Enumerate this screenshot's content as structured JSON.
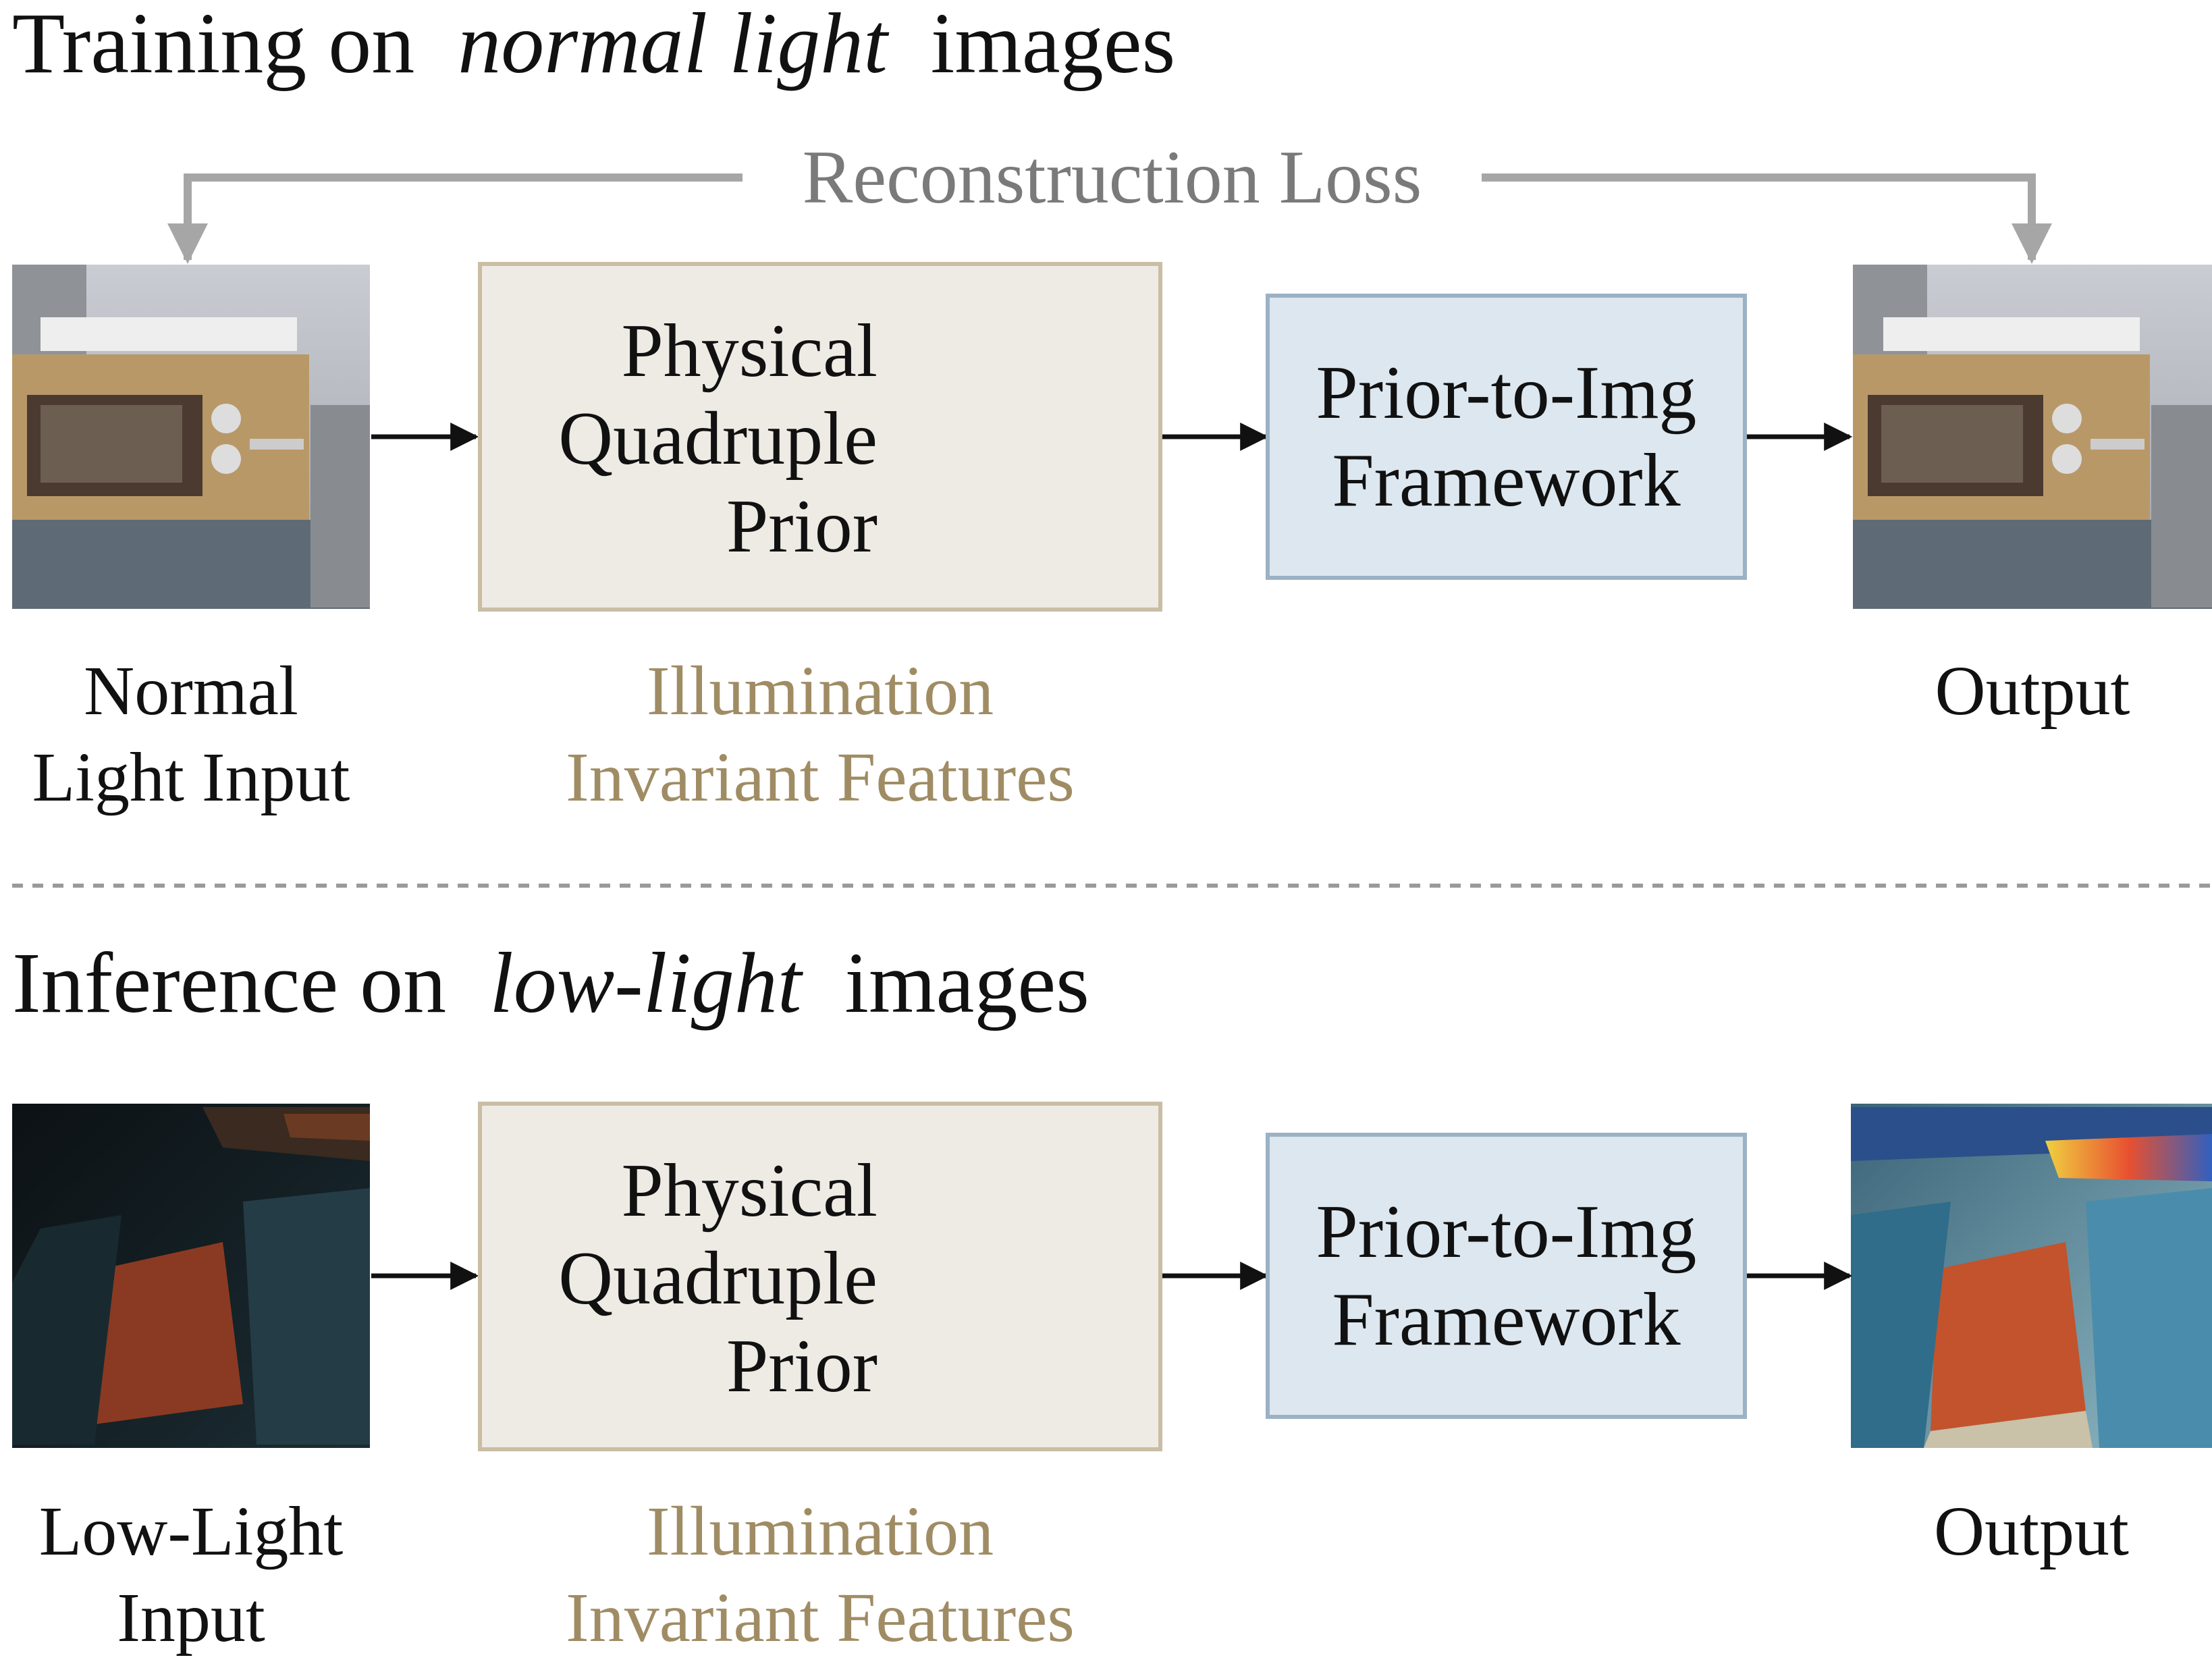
{
  "training": {
    "title_prefix": "Training on",
    "title_emphasis": "normal light",
    "title_suffix": "images",
    "loss_label": "Reconstruction Loss",
    "input_caption": [
      "Normal",
      "Light Input"
    ],
    "prior_label": [
      "Physical",
      "Quadruple",
      "Prior"
    ],
    "features_caption": [
      "Illumination",
      "Invariant Features"
    ],
    "framework_label": [
      "Prior-to-Img",
      "Framework"
    ],
    "output_caption": "Output"
  },
  "inference": {
    "title_prefix": "Inference on",
    "title_emphasis": "low-light",
    "title_suffix": "images",
    "input_caption": [
      "Low-Light",
      "Input"
    ],
    "prior_label": [
      "Physical",
      "Quadruple",
      "Prior"
    ],
    "features_caption": [
      "Illumination",
      "Invariant Features"
    ],
    "framework_label": [
      "Prior-to-Img",
      "Framework"
    ],
    "output_caption": "Output"
  },
  "colors": {
    "prior_fill": "#edebe4",
    "prior_border": "#c9bda4",
    "framework_fill": "#dde7ef",
    "framework_border": "#9bb2c4",
    "feature_text": "#a08c64",
    "loss_text": "#7a7a7a"
  }
}
